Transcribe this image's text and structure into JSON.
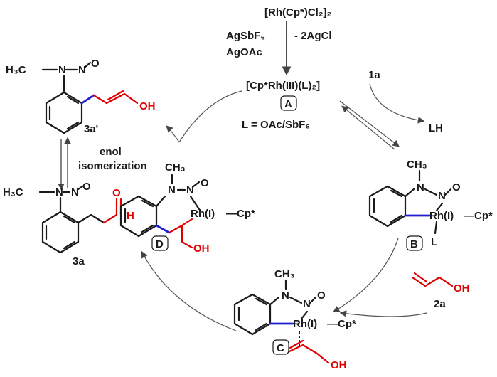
{
  "reagents": {
    "precatalyst": "[Rh(Cp*)Cl₂]₂",
    "additive_1": "AgSbF₆",
    "byproduct": "- 2AgCl",
    "additive_2": "AgOAc"
  },
  "catalyst": {
    "formula": "[Cp*Rh(III)(L)₂]",
    "tag": "A",
    "ligand_def": "L = OAc/SbF₆"
  },
  "step_inputs": {
    "substrate": "1a",
    "leaving": "LH",
    "alkene_tag": "2a"
  },
  "intermediates": {
    "B": "B",
    "C": "C",
    "D": "D"
  },
  "products": {
    "enol": "3a'",
    "aldehyde": "3a",
    "isomerization_1": "enol",
    "isomerization_2": "isomerization"
  },
  "atoms": {
    "methyl": "CH₃",
    "methyl_h3c": "H₃C",
    "n": "N",
    "o": "O",
    "oh": "OH",
    "rh_frag": "Rh(I)",
    "cp_frag": "—Cp*",
    "l": "L"
  }
}
